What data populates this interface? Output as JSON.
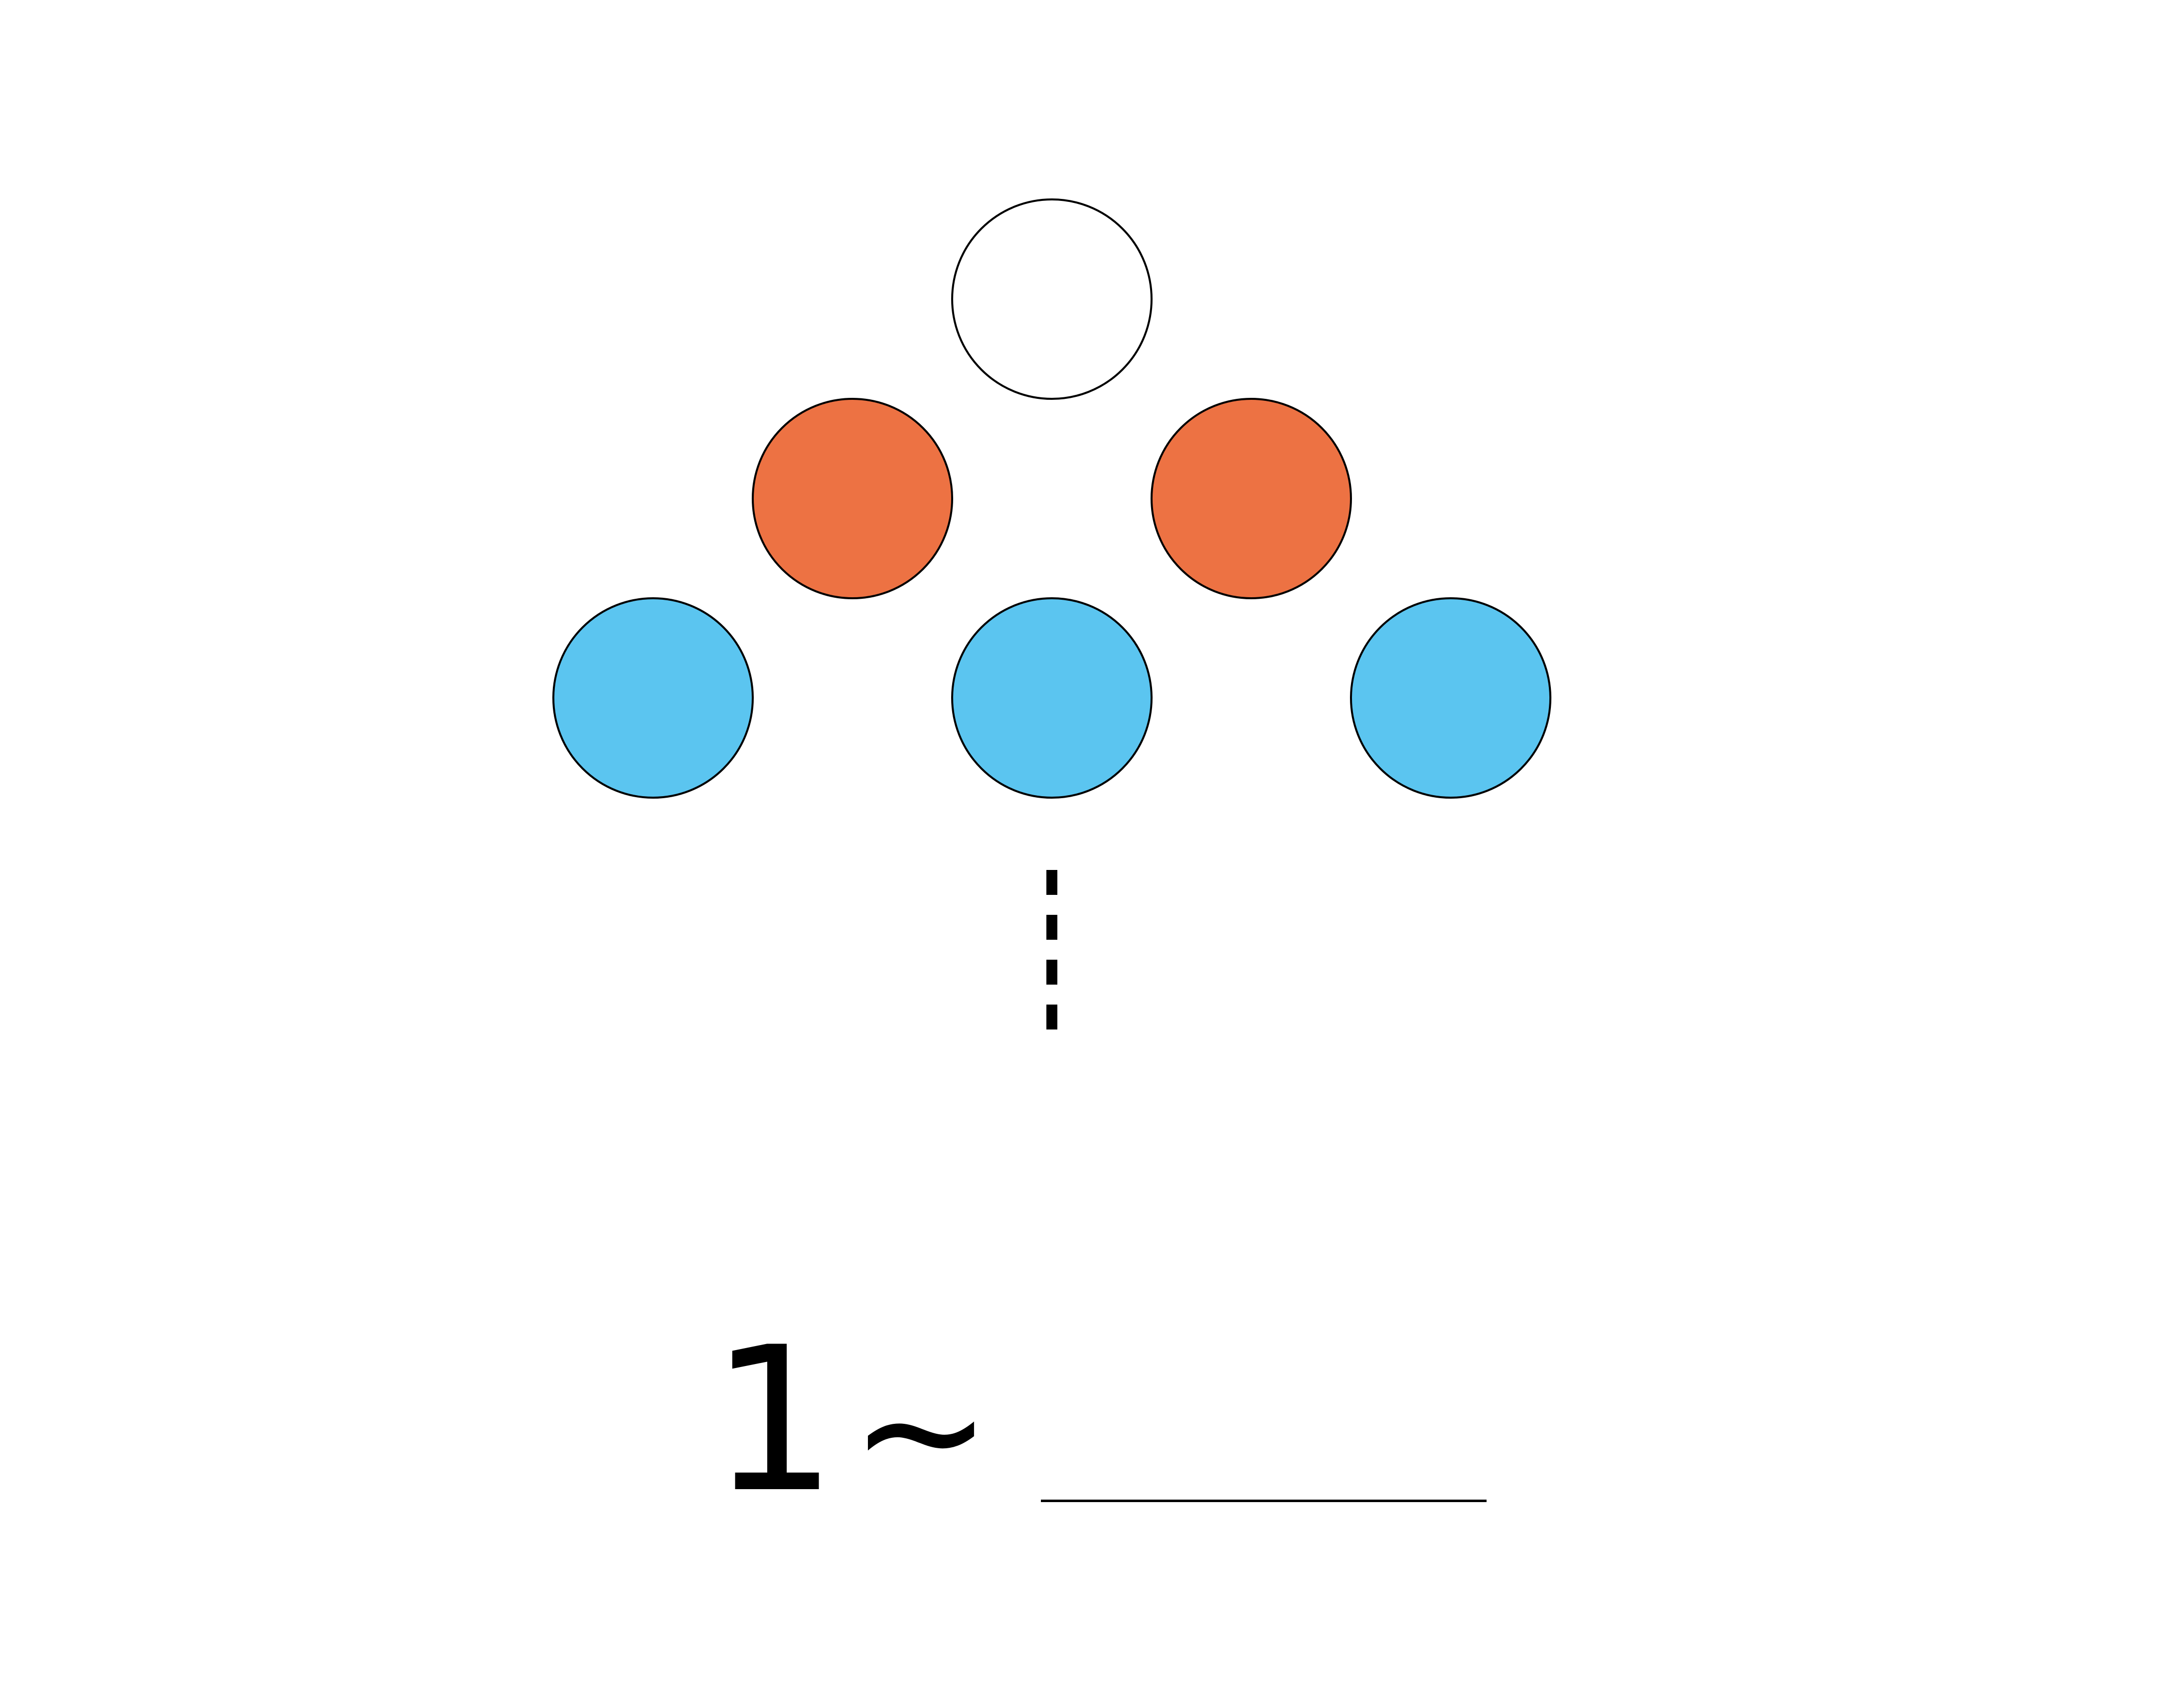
{
  "colors": {
    "background": "#ffffff",
    "outline": "#000000",
    "white": "#ffffff",
    "orange": "#ed7243",
    "blue": "#5bc5f0"
  },
  "diagram": {
    "rows": [
      {
        "count": 1,
        "color": "white"
      },
      {
        "count": 2,
        "color": "orange"
      },
      {
        "count": 3,
        "color": "blue"
      }
    ],
    "continues": true
  },
  "expression": {
    "start": "1",
    "operator": "~",
    "answer": ""
  }
}
